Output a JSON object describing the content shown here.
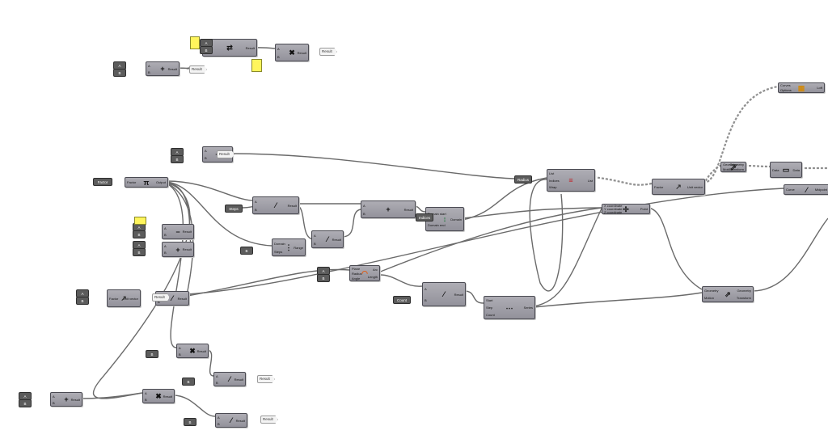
{
  "canvas": {
    "background": "#ffffff"
  },
  "panel_values": [],
  "components": [
    {
      "id": "c1",
      "icon": "swap-icon",
      "inputs": [
        "A",
        "B"
      ],
      "outputs": [
        "Result"
      ]
    },
    {
      "id": "c2",
      "icon": "multiply-icon",
      "inputs": [
        "A",
        "B"
      ],
      "outputs": [
        "Result"
      ]
    },
    {
      "id": "c3",
      "icon": "add-icon",
      "inputs": [
        "A",
        "B"
      ],
      "outputs": [
        "Result"
      ]
    },
    {
      "id": "c4",
      "icon": "add-icon",
      "inputs": [
        "A",
        "B"
      ],
      "outputs": [
        "Result"
      ]
    },
    {
      "id": "c5",
      "icon": "pi-icon",
      "inputs": [
        "Factor"
      ],
      "outputs": [
        "Output"
      ]
    },
    {
      "id": "c6",
      "icon": "subtract-icon",
      "inputs": [
        "A",
        "B"
      ],
      "outputs": [
        "Result"
      ]
    },
    {
      "id": "c7",
      "icon": "add-icon",
      "inputs": [
        "A",
        "B"
      ],
      "outputs": [
        "Result"
      ]
    },
    {
      "id": "c8",
      "icon": "divide-icon",
      "inputs": [
        "A",
        "B"
      ],
      "outputs": [
        "Result"
      ]
    },
    {
      "id": "c9",
      "icon": "range-icon",
      "inputs": [
        "Domain",
        "Steps"
      ],
      "outputs": [
        "Range"
      ]
    },
    {
      "id": "c10",
      "icon": "divide-icon",
      "inputs": [
        "A",
        "B"
      ],
      "outputs": [
        "Result"
      ]
    },
    {
      "id": "c11",
      "icon": "add-icon",
      "inputs": [
        "A",
        "B"
      ],
      "outputs": [
        "Result"
      ]
    },
    {
      "id": "c12",
      "icon": "domain-icon",
      "inputs": [
        "Domain start",
        "Domain end"
      ],
      "outputs": [
        "Domain"
      ]
    },
    {
      "id": "c13",
      "icon": "list-icon",
      "inputs": [
        "List",
        "Indices",
        "Wrap"
      ],
      "outputs": [
        "List"
      ]
    },
    {
      "id": "c14",
      "icon": "arc-icon",
      "inputs": [
        "Plane",
        "Radius",
        "Angle"
      ],
      "outputs": [
        "Arc",
        "Length"
      ]
    },
    {
      "id": "c15",
      "icon": "divide-icon",
      "inputs": [
        "A",
        "B"
      ],
      "outputs": [
        "Result"
      ]
    },
    {
      "id": "c16",
      "icon": "series-icon",
      "inputs": [
        "Start",
        "Step",
        "Count"
      ],
      "outputs": [
        "Series"
      ]
    },
    {
      "id": "c17",
      "icon": "point-icon",
      "inputs": [
        "X coordinate",
        "Y coordinate",
        "Z coordinate"
      ],
      "outputs": [
        "Point"
      ]
    },
    {
      "id": "c18",
      "icon": "vector-icon",
      "inputs": [
        "Factor"
      ],
      "outputs": [
        "Unit vector"
      ]
    },
    {
      "id": "c19",
      "icon": "move-icon",
      "inputs": [
        "Geometry",
        "Motion"
      ],
      "outputs": [
        "Geometry",
        "Transform"
      ]
    },
    {
      "id": "c20",
      "icon": "move-icon",
      "inputs": [
        "Geometry",
        "Motion"
      ],
      "outputs": [
        "Geometry",
        "Transform"
      ]
    },
    {
      "id": "c21",
      "icon": "data-icon",
      "inputs": [
        "Data"
      ],
      "outputs": [
        "Data"
      ]
    },
    {
      "id": "c22",
      "icon": "loft-icon",
      "inputs": [
        "Curves",
        "Options"
      ],
      "outputs": [
        "Loft"
      ]
    },
    {
      "id": "c23",
      "icon": "midpoint-icon",
      "inputs": [
        "Curve"
      ],
      "outputs": [
        "Midpoint"
      ]
    },
    {
      "id": "c24",
      "icon": "vector-icon",
      "inputs": [
        "Factor"
      ],
      "outputs": [
        "Unit vector"
      ]
    },
    {
      "id": "c25",
      "icon": "divide-icon",
      "inputs": [
        "A",
        "B"
      ],
      "outputs": [
        "Result"
      ]
    },
    {
      "id": "c26",
      "icon": "multiply-icon",
      "inputs": [
        "A",
        "B"
      ],
      "outputs": [
        "Result"
      ]
    },
    {
      "id": "c27",
      "icon": "divide-icon",
      "inputs": [
        "A",
        "B"
      ],
      "outputs": [
        "Result"
      ]
    },
    {
      "id": "c28",
      "icon": "add-icon",
      "inputs": [
        "A",
        "B"
      ],
      "outputs": [
        "Result"
      ]
    },
    {
      "id": "c29",
      "icon": "multiply-icon",
      "inputs": [
        "A",
        "B"
      ],
      "outputs": [
        "Result"
      ]
    },
    {
      "id": "c30",
      "icon": "divide-icon",
      "inputs": [
        "A",
        "B"
      ],
      "outputs": [
        "Result"
      ]
    }
  ],
  "params": {
    "ab_pair": [
      "A",
      "B"
    ],
    "b_single": "B",
    "a_single": "A",
    "factor": "Factor",
    "steps": "Steps",
    "indices": "Indices",
    "radius": "Radius",
    "count": "Count"
  },
  "tags": {
    "result": "Result"
  }
}
